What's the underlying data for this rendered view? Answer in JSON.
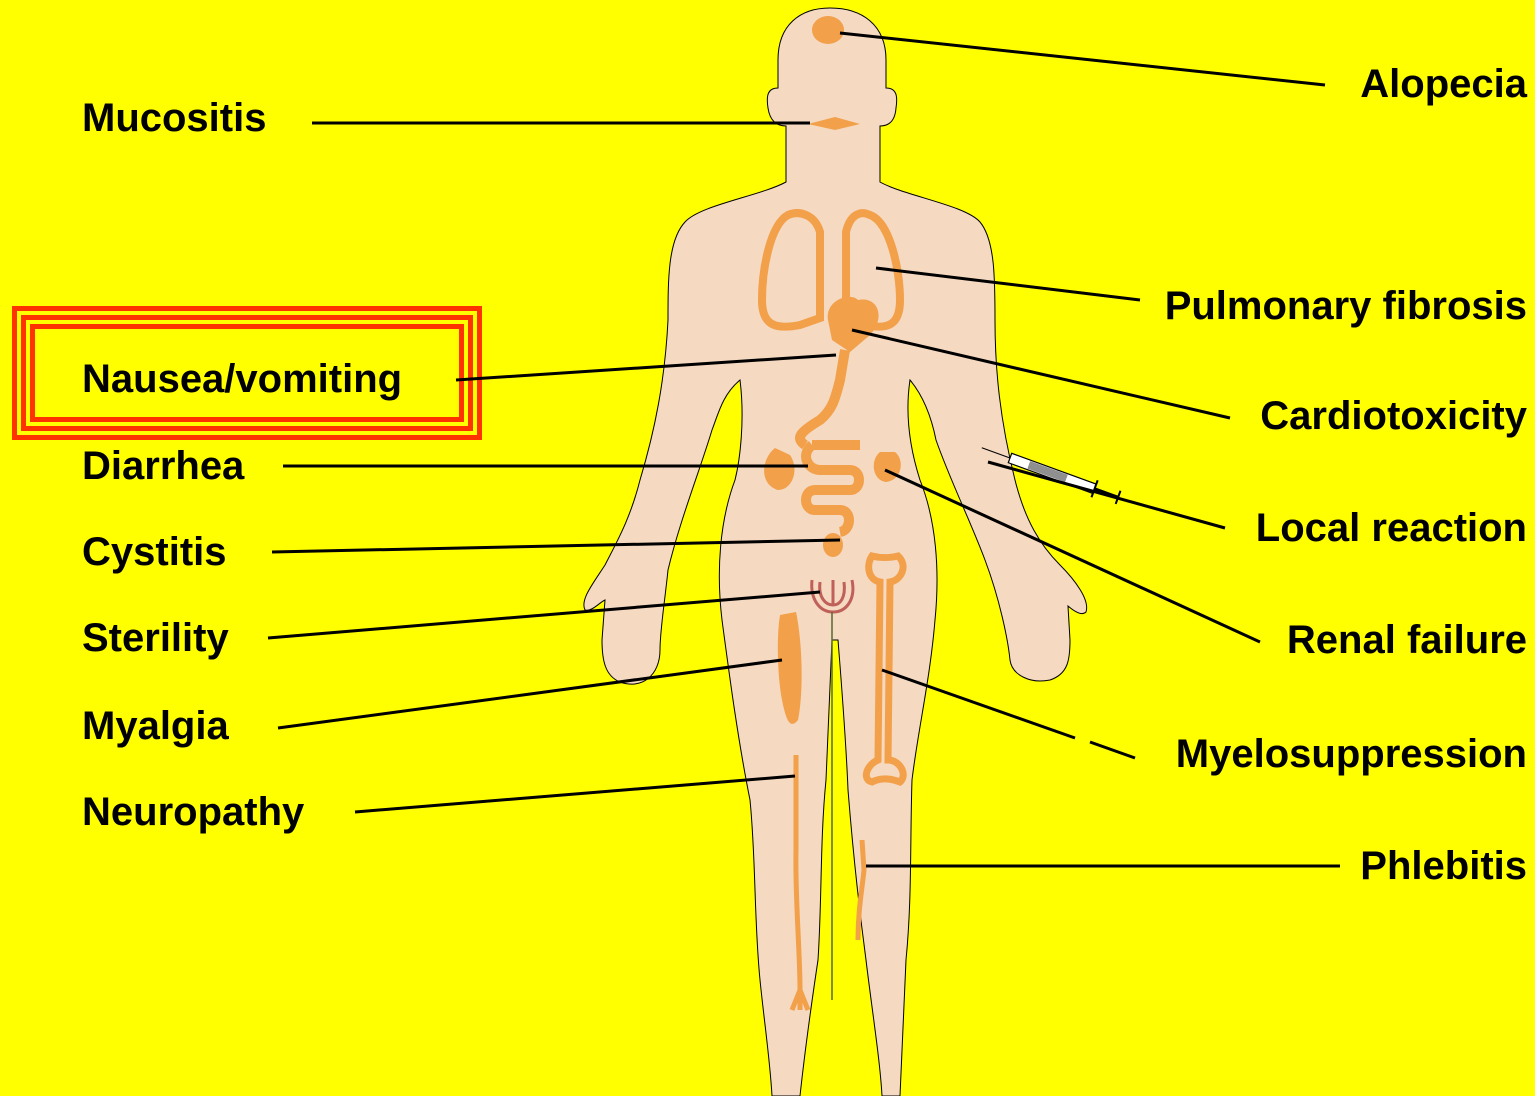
{
  "colors": {
    "background": "#ffff00",
    "body": "#f5d9c0",
    "organ": "#f2a04a",
    "reproductive": "#c0605a",
    "highlight_border": "#ff3300",
    "leader_line": "#000000"
  },
  "highlighted_label": "Nausea/vomiting",
  "labels_left": [
    {
      "id": "mucositis",
      "text": "Mucositis"
    },
    {
      "id": "nausea",
      "text": "Nausea/vomiting"
    },
    {
      "id": "diarrhea",
      "text": "Diarrhea"
    },
    {
      "id": "cystitis",
      "text": "Cystitis"
    },
    {
      "id": "sterility",
      "text": "Sterility"
    },
    {
      "id": "myalgia",
      "text": "Myalgia"
    },
    {
      "id": "neuropathy",
      "text": "Neuropathy"
    }
  ],
  "labels_right": [
    {
      "id": "alopecia",
      "text": "Alopecia"
    },
    {
      "id": "pulmonary",
      "text": "Pulmonary fibrosis"
    },
    {
      "id": "cardio",
      "text": "Cardiotoxicity"
    },
    {
      "id": "local",
      "text": "Local reaction"
    },
    {
      "id": "renal",
      "text": "Renal failure"
    },
    {
      "id": "myelo",
      "text": "Myelosuppression"
    },
    {
      "id": "phlebitis",
      "text": "Phlebitis"
    }
  ],
  "icons": {
    "figure": "human-body-icon",
    "syringe": "syringe-icon"
  }
}
